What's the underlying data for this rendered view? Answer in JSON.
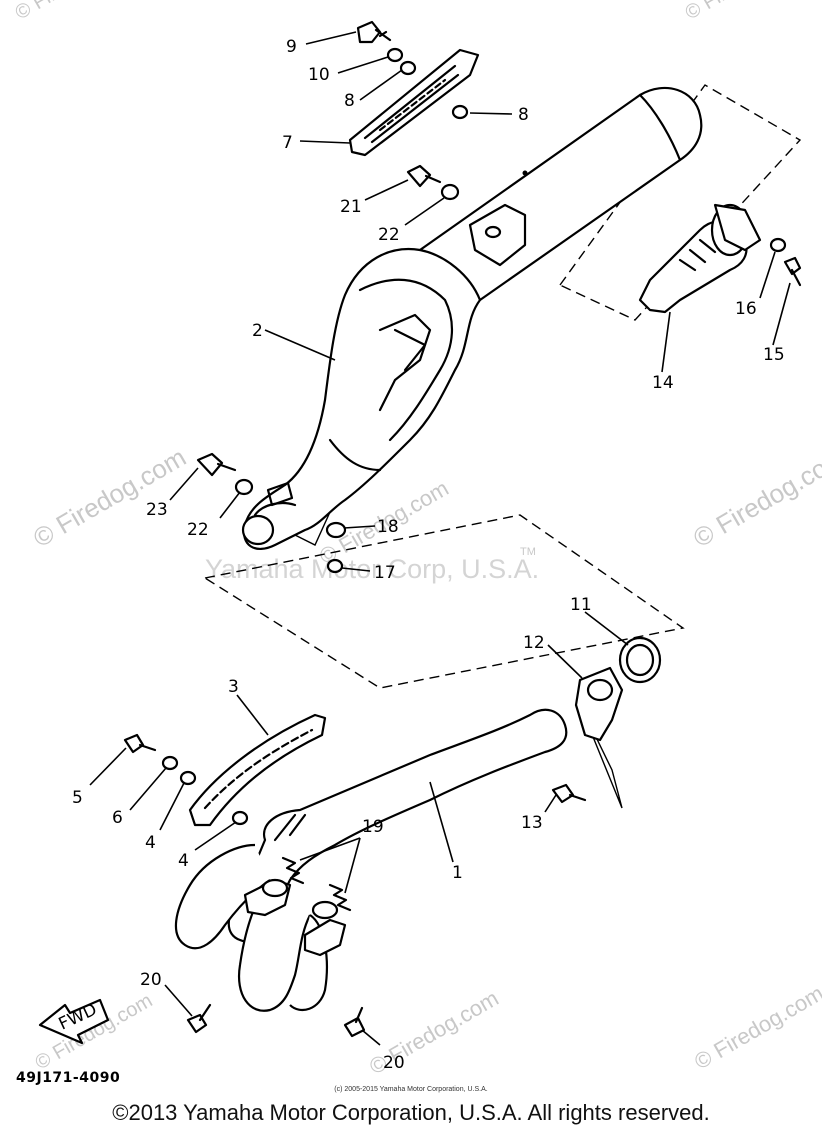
{
  "watermarks": {
    "firedog": "© Firedog.com",
    "center": "Yamaha Motor Corp, U.S.A.",
    "tm": "TM"
  },
  "callouts": {
    "c1": "1",
    "c2": "2",
    "c3": "3",
    "c4a": "4",
    "c4b": "4",
    "c5": "5",
    "c6": "6",
    "c7": "7",
    "c8a": "8",
    "c8b": "8",
    "c9": "9",
    "c10": "10",
    "c11": "11",
    "c12": "12",
    "c13": "13",
    "c14": "14",
    "c15": "15",
    "c16": "16",
    "c17": "17",
    "c18": "18",
    "c19": "19",
    "c20a": "20",
    "c20b": "20",
    "c21": "21",
    "c22a": "22",
    "c22b": "22",
    "c23": "23"
  },
  "fwd_label": "FWD",
  "diagram_code": "49J171-4090",
  "small_copyright": "(c) 2005-2015 Yamaha Motor Corporation, U.S.A.",
  "footer_copyright": "©2013 Yamaha Motor Corporation, U.S.A. All rights reserved."
}
